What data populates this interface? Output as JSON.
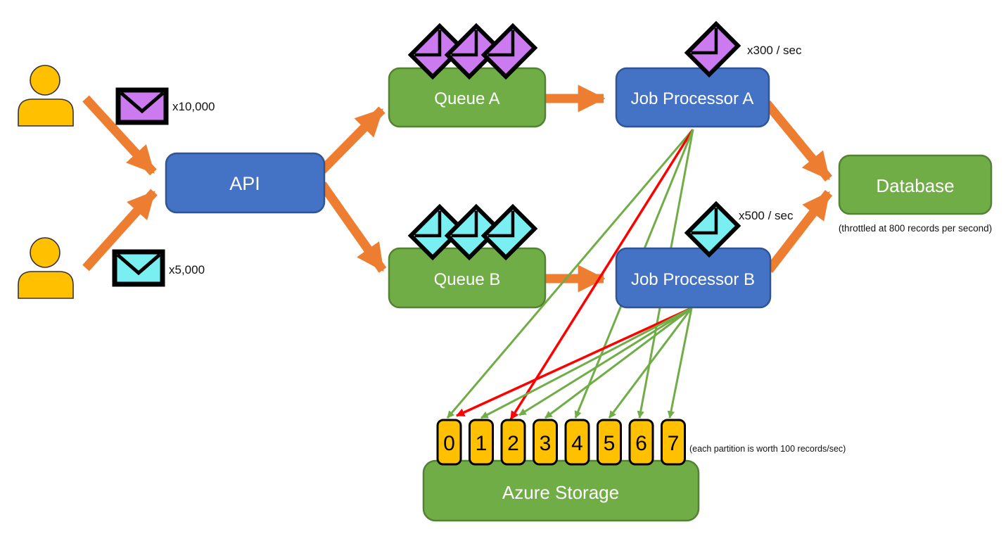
{
  "diagram": {
    "title_implicit": "",
    "colors": {
      "flow_arrow_orange": "#ED7D31",
      "box_green": "#70AD47",
      "box_green_border": "#548235",
      "box_blue": "#4472C4",
      "box_blue_border": "#2F5597",
      "partition_yellow": "#FFC000",
      "envelope_purple": "#CC7AF0",
      "envelope_cyan": "#79EFF1",
      "write_line_green": "#70AD47",
      "write_line_red": "#FF0000"
    },
    "users": [
      {
        "icon": "user-icon",
        "envelope_icon": "envelope-icon",
        "envelope_color": "purple",
        "count_label": "x10,000"
      },
      {
        "icon": "user-icon",
        "envelope_icon": "envelope-icon",
        "envelope_color": "cyan",
        "count_label": "x5,000"
      }
    ],
    "nodes": {
      "api": {
        "label": "API"
      },
      "queue_a": {
        "label": "Queue A",
        "queued_envelopes": 3,
        "envelope_color": "purple"
      },
      "queue_b": {
        "label": "Queue B",
        "queued_envelopes": 3,
        "envelope_color": "cyan"
      },
      "job_processor_a": {
        "label": "Job Processor A",
        "rate_label": "x300 / sec",
        "envelope_color": "purple"
      },
      "job_processor_b": {
        "label": "Job Processor B",
        "rate_label": "x500 / sec",
        "envelope_color": "cyan"
      },
      "database": {
        "label": "Database",
        "note": "(throttled at 800 records per second)"
      },
      "azure_storage": {
        "label": "Azure Storage",
        "note": "(each partition is worth 100 records/sec)"
      }
    },
    "partitions": [
      "0",
      "1",
      "2",
      "3",
      "4",
      "5",
      "6",
      "7"
    ],
    "connections": {
      "flow": [
        {
          "from": "user-1",
          "to": "api"
        },
        {
          "from": "user-2",
          "to": "api"
        },
        {
          "from": "api",
          "to": "queue-a"
        },
        {
          "from": "api",
          "to": "queue-b"
        },
        {
          "from": "queue-a",
          "to": "job-processor-a"
        },
        {
          "from": "queue-b",
          "to": "job-processor-b"
        },
        {
          "from": "job-processor-a",
          "to": "database"
        },
        {
          "from": "job-processor-b",
          "to": "database"
        }
      ],
      "partition_writes": [
        {
          "from": "job-processor-a",
          "partition": "0",
          "color": "green"
        },
        {
          "from": "job-processor-a",
          "partition": "2",
          "color": "red"
        },
        {
          "from": "job-processor-a",
          "partition": "4",
          "color": "green"
        },
        {
          "from": "job-processor-a",
          "partition": "6",
          "color": "green"
        },
        {
          "from": "job-processor-b",
          "partition": "0",
          "color": "red"
        },
        {
          "from": "job-processor-b",
          "partition": "1",
          "color": "green"
        },
        {
          "from": "job-processor-b",
          "partition": "2",
          "color": "green"
        },
        {
          "from": "job-processor-b",
          "partition": "3",
          "color": "green"
        },
        {
          "from": "job-processor-b",
          "partition": "5",
          "color": "green"
        },
        {
          "from": "job-processor-b",
          "partition": "7",
          "color": "green"
        }
      ]
    }
  }
}
